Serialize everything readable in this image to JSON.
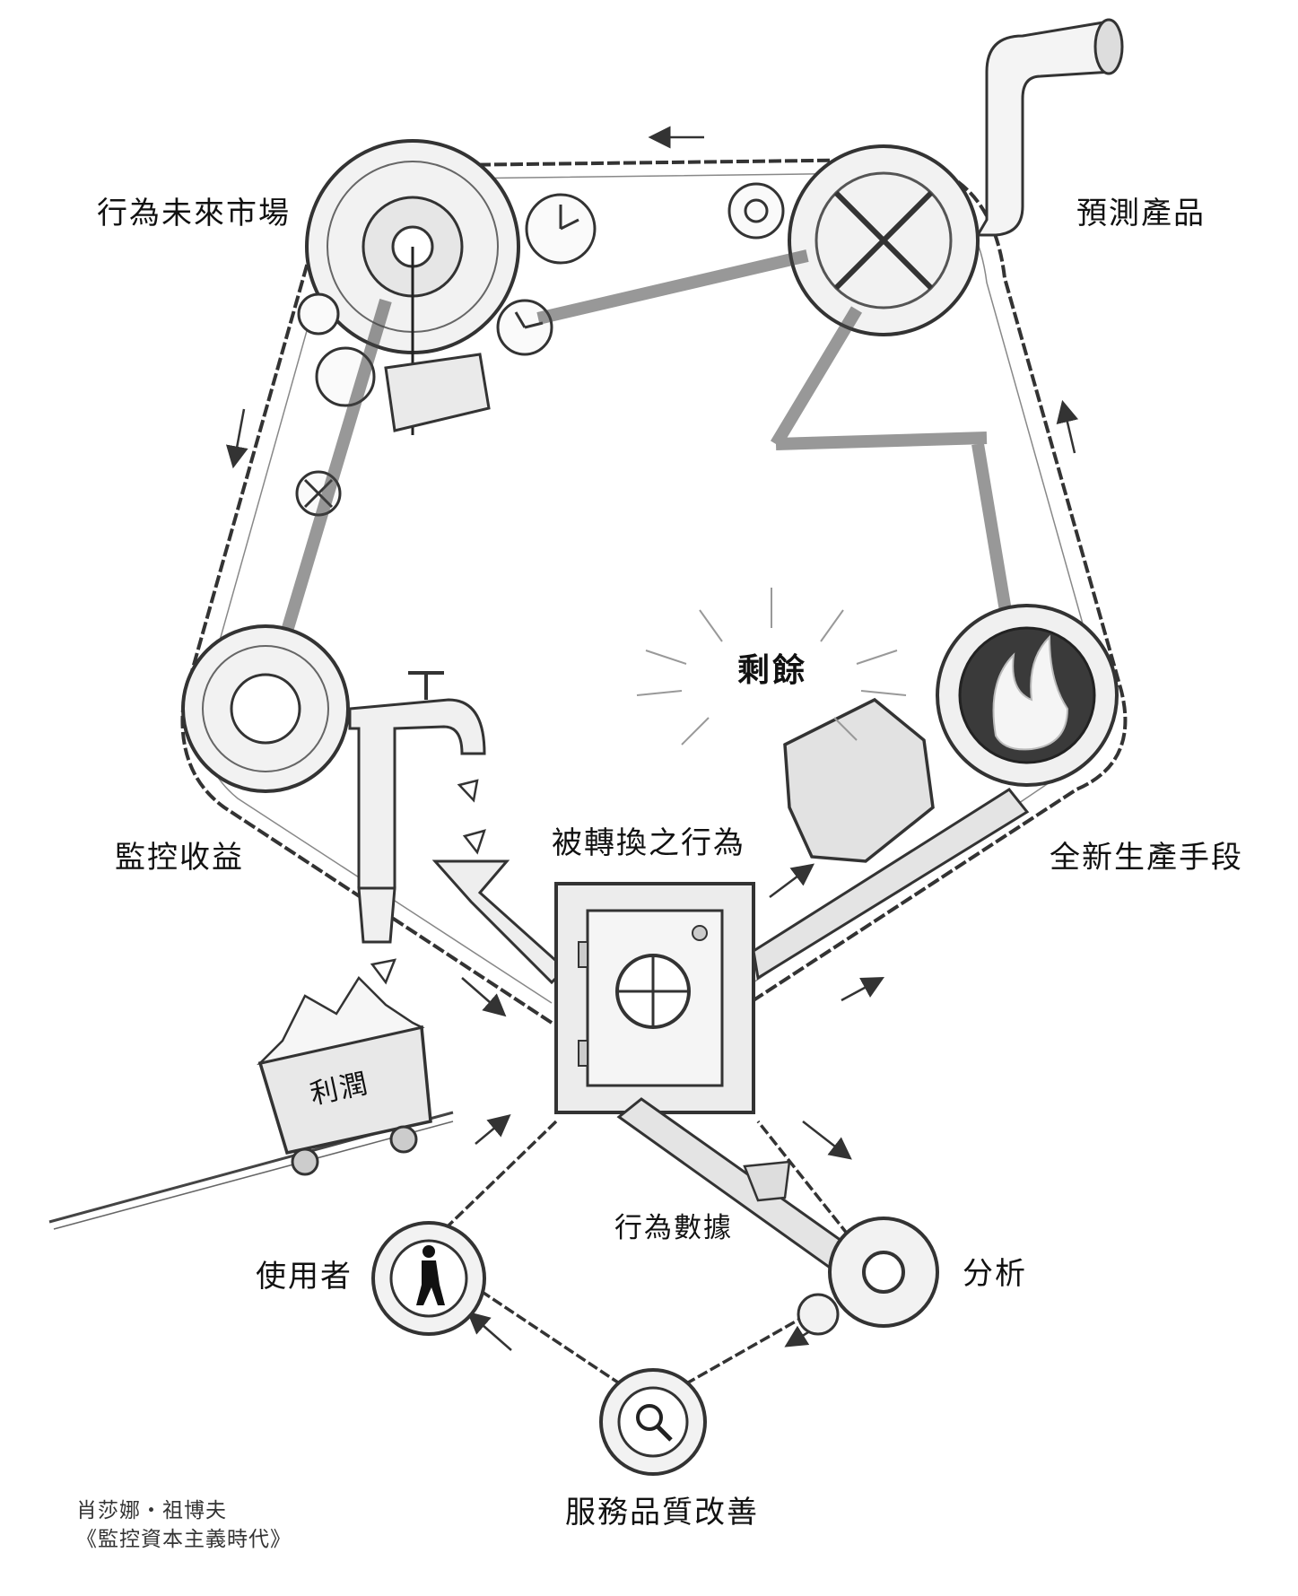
{
  "labels": {
    "behavior_futures_market": "行為未來市場",
    "prediction_products": "預測產品",
    "surplus": "剩餘",
    "surveillance_revenue": "監控收益",
    "converted_behavior": "被轉換之行為",
    "new_means_of_production": "全新生產手段",
    "profit": "利潤",
    "behavioral_data": "行為數據",
    "user": "使用者",
    "analysis": "分析",
    "service_improvement": "服務品質改善"
  },
  "credit": {
    "author": "肖莎娜・祖博夫",
    "book": "《監控資本主義時代》"
  },
  "icons": {
    "revenue_gear": "dollar-icon",
    "user_gear": "walking-person-icon",
    "analysis_gear": "gear-icon",
    "service_gear": "magnifier-icon",
    "furnace": "flame-icon",
    "safe": "vault-icon"
  }
}
